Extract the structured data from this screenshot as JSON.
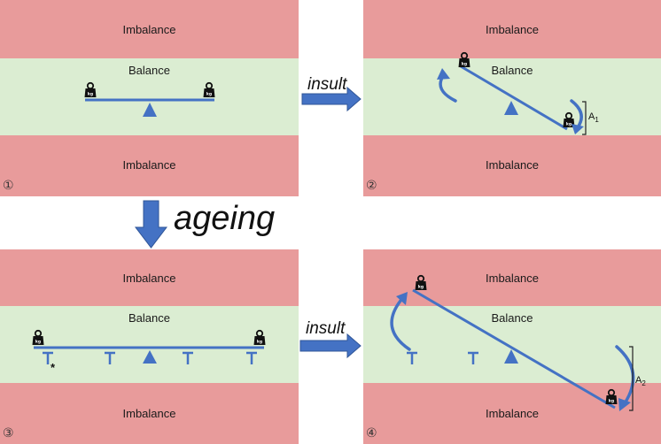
{
  "bands": {
    "imbalance": "Imbalance",
    "balance": "Balance"
  },
  "weight_label": "kg",
  "arrows": {
    "insult": "insult",
    "ageing": "ageing"
  },
  "panels": {
    "p1": {
      "number": "①"
    },
    "p2": {
      "number": "②",
      "amplitude_base": "A",
      "amplitude_sub": "1"
    },
    "p3": {
      "number": "③",
      "asterisk": "*"
    },
    "p4": {
      "number": "④",
      "amplitude_base": "A",
      "amplitude_sub": "2"
    }
  },
  "colors": {
    "imbalance_band": "#e89b9b",
    "balance_band": "#dbedd2",
    "beam": "#4472c4",
    "arrow": "#4472c4"
  }
}
